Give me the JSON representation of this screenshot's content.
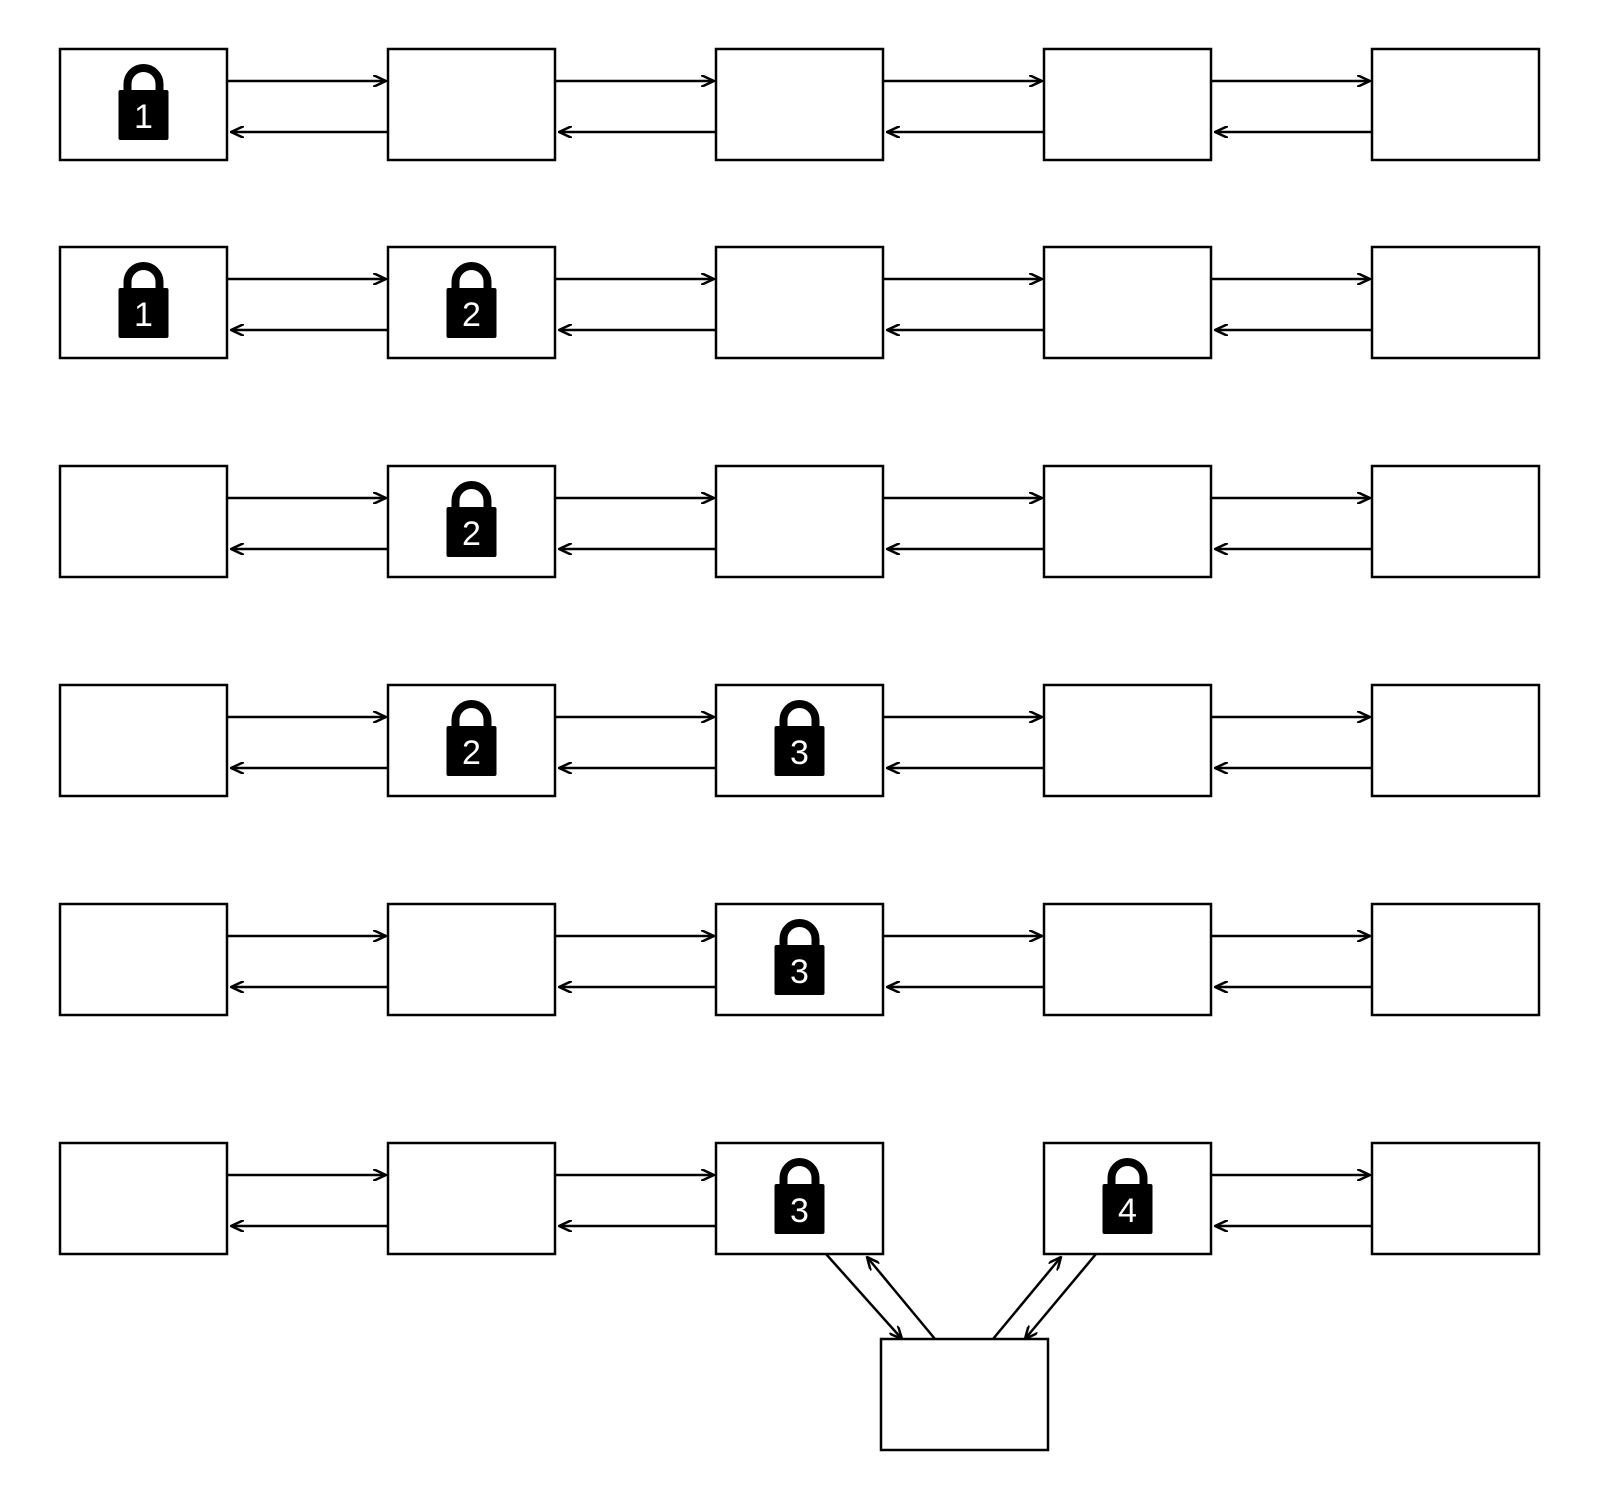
{
  "diagram": {
    "background": "#ffffff",
    "stroke": "#000000",
    "rows": [
      {
        "locks": [
          {
            "node": 0,
            "label": "1"
          }
        ]
      },
      {
        "locks": [
          {
            "node": 0,
            "label": "1"
          },
          {
            "node": 1,
            "label": "2"
          }
        ]
      },
      {
        "locks": [
          {
            "node": 1,
            "label": "2"
          }
        ]
      },
      {
        "locks": [
          {
            "node": 1,
            "label": "2"
          },
          {
            "node": 2,
            "label": "3"
          }
        ]
      },
      {
        "locks": [
          {
            "node": 2,
            "label": "3"
          }
        ]
      },
      {
        "locks": [
          {
            "node": 2,
            "label": "3"
          },
          {
            "node": 3,
            "label": "4"
          }
        ],
        "inserted_node": true
      }
    ],
    "icon": "padlock-icon"
  }
}
